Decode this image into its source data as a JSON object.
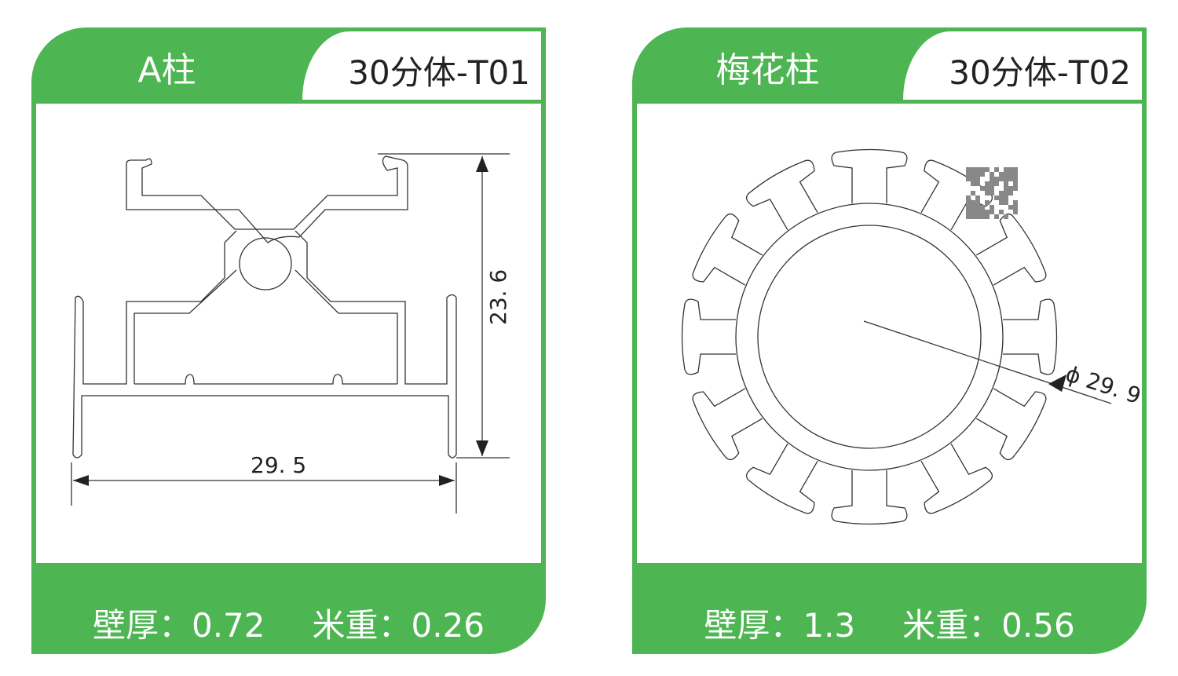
{
  "cards": [
    {
      "name": "A柱",
      "model": "30分体-T01",
      "width_dim": "29. 5",
      "height_dim": "23. 6",
      "wall_label": "壁厚：",
      "wall_value": "0.72",
      "weight_label": "米重：",
      "weight_value": "0.26"
    },
    {
      "name": "梅花柱",
      "model": "30分体-T02",
      "diameter_dim": "ϕ 29. 9",
      "wall_label": "壁厚：",
      "wall_value": "1.3",
      "weight_label": "米重：",
      "weight_value": "0.56"
    }
  ],
  "colors": {
    "brand_green": "#4db552",
    "line": "#333333"
  }
}
